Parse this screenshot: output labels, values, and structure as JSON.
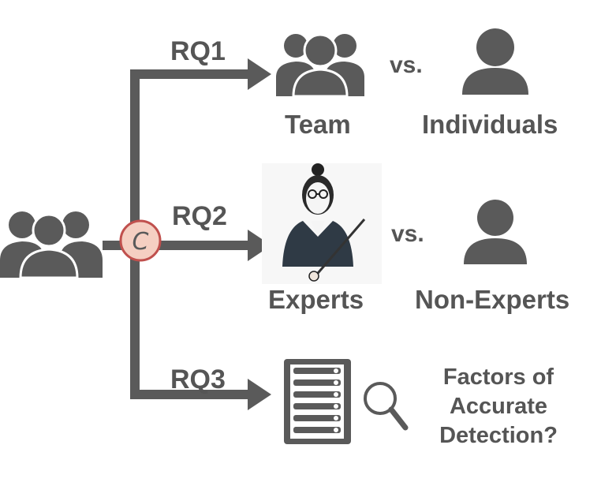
{
  "colors": {
    "gray": "#5a5a5a",
    "light_gray": "#6a6a6a",
    "circle_fill": "#f5cfc2",
    "circle_stroke": "#c0504d"
  },
  "branches": {
    "rq1": {
      "label": "RQ1",
      "left": "Team",
      "vs": "vs.",
      "right": "Individuals"
    },
    "rq2": {
      "label": "RQ2",
      "left": "Experts",
      "vs": "vs.",
      "right": "Non-Experts"
    },
    "rq3": {
      "label": "RQ3",
      "lines": [
        "Factors of",
        "Accurate",
        "Detection?"
      ]
    }
  },
  "center_marker": "C",
  "icons": [
    "group-icon",
    "team-icon",
    "individual-icon",
    "expert-icon",
    "non-expert-icon",
    "checklist-icon",
    "magnifier-icon"
  ]
}
